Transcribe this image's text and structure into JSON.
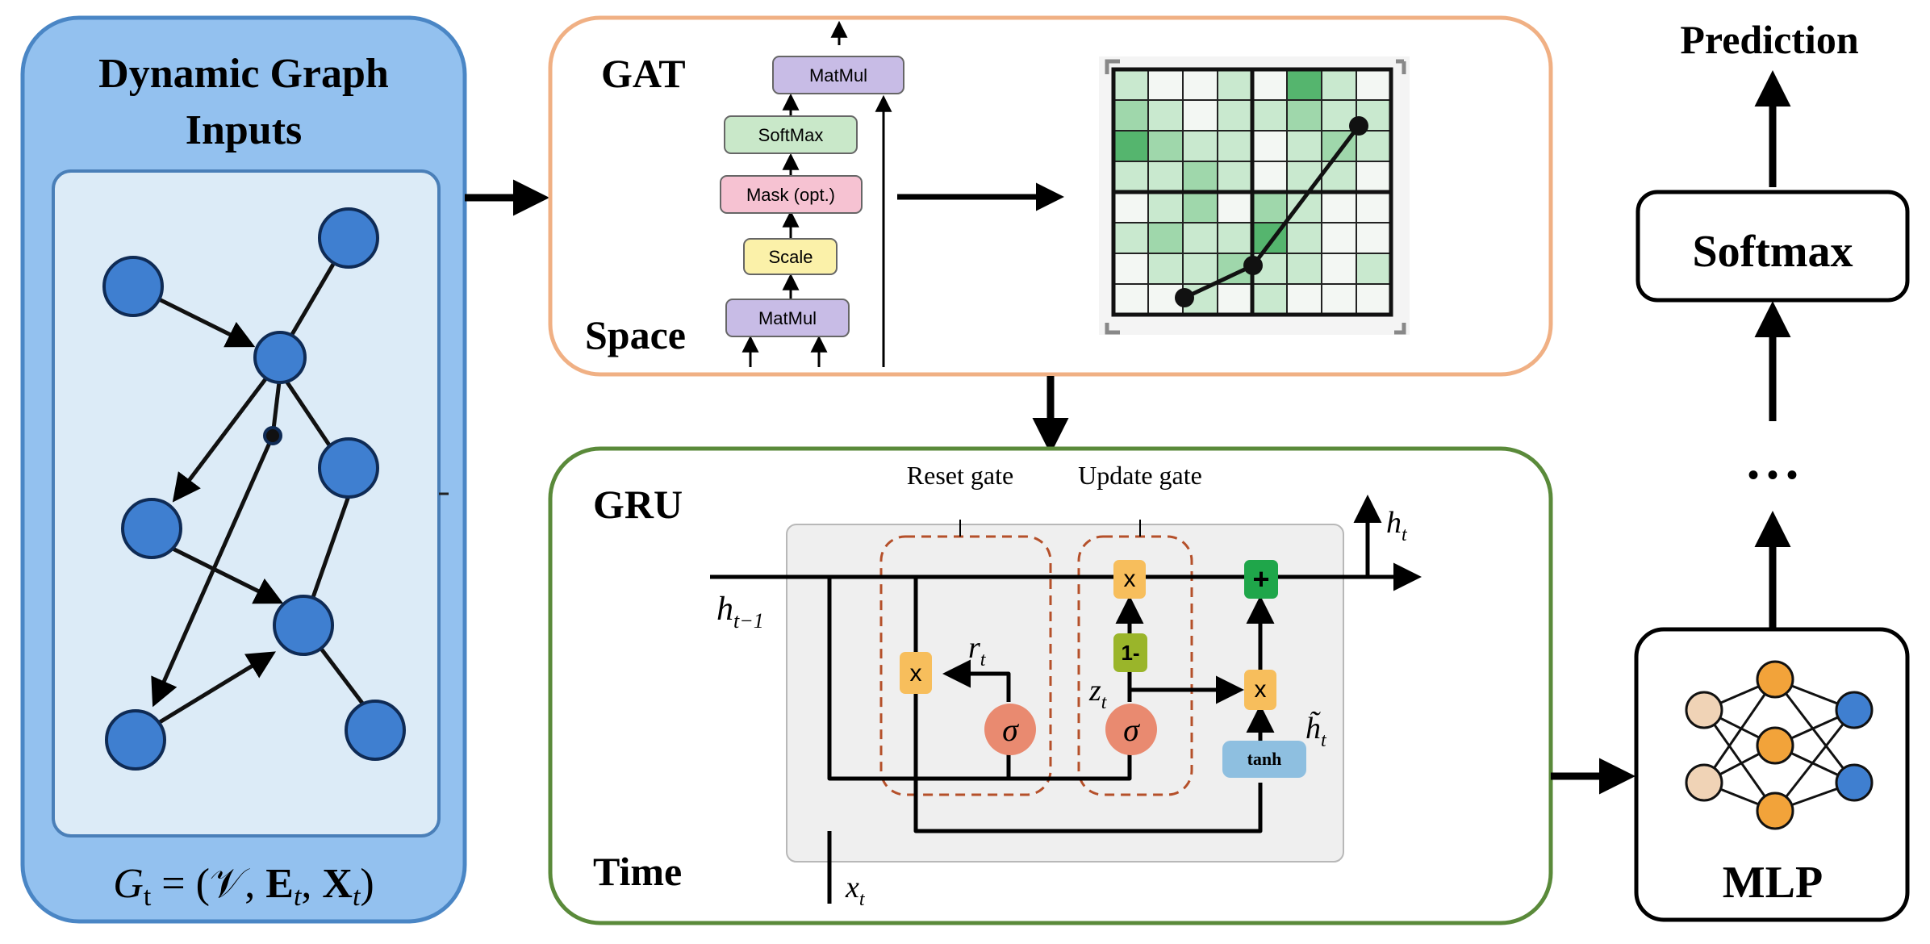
{
  "inputs_panel": {
    "title_line1": "Dynamic Graph",
    "title_line2": "Inputs",
    "formula_G": "G",
    "formula_sub": "t",
    "formula_rest": " = (𝒱, ",
    "formula_E": "E",
    "formula_E_sub": "t",
    "formula_comma": ", ",
    "formula_X": "X",
    "formula_X_sub": "t",
    "formula_close": ")"
  },
  "gat_panel": {
    "title": "GAT",
    "subtitle": "Space",
    "attention_blocks": [
      "MatMul",
      "SoftMax",
      "Mask (opt.)",
      "Scale",
      "MatMul"
    ]
  },
  "gru_panel": {
    "title": "GRU",
    "subtitle": "Time",
    "reset_gate_label": "Reset gate",
    "update_gate_label": "Update gate",
    "mult_symbol": "x",
    "plus_symbol": "+",
    "one_minus": "1-",
    "sigma": "σ",
    "tanh": "tanh",
    "h_t": "h",
    "h_t_sub": "t",
    "h_prev": "h",
    "h_prev_sub": "t−1",
    "r_t": "r",
    "r_t_sub": "t",
    "z_t": "z",
    "z_t_sub": "t",
    "h_tilde": "h̃",
    "h_tilde_sub": "t",
    "x_t": "x",
    "x_t_sub": "t"
  },
  "output_column": {
    "prediction_label": "Prediction",
    "softmax_label": "Softmax",
    "ellipsis": "• • •",
    "mlp_label": "MLP"
  },
  "colors": {
    "inputs_fill": "#93c1ef",
    "inputs_border": "#4a86c5",
    "graph_bg": "#dcebf7",
    "node_fill": "#3f7fd0",
    "gat_border": "#f0b084",
    "gru_border": "#5a8a3a",
    "gru_gate_border": "#b5502a",
    "gate_mult": "#f7be5c",
    "gate_plus": "#1fa64a",
    "gate_one_minus": "#9ab52a",
    "sigma_fill": "#e98a70",
    "tanh_fill": "#8ebfe0",
    "matmul": "#c8bce6",
    "softmax": "#c9e8c9",
    "mask": "#f6c2d2",
    "scale": "#fbf1a9",
    "mlp_input": "#f0d3b6",
    "mlp_hidden": "#f2a33a",
    "mlp_output": "#3f7fd0"
  }
}
